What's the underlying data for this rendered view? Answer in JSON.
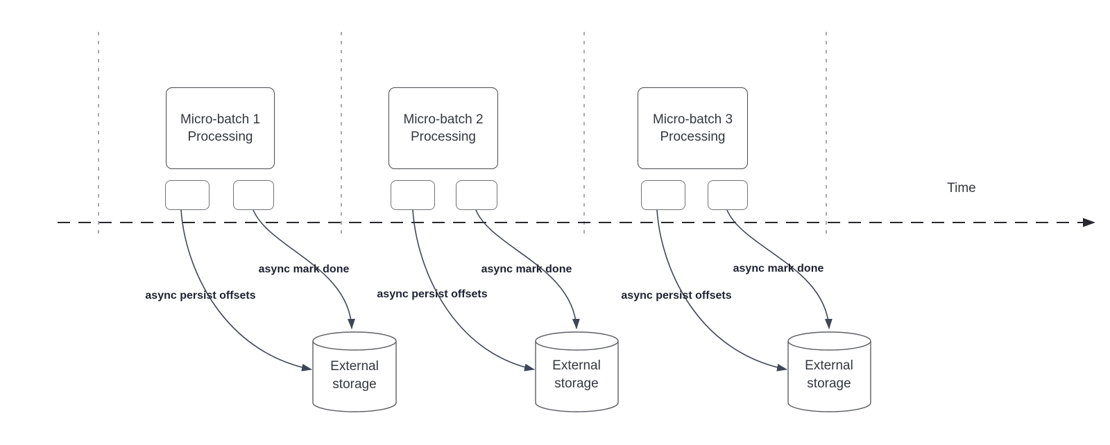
{
  "axis": {
    "label": "Time"
  },
  "groups": [
    {
      "batch_title": "Micro-batch 1\nProcessing",
      "persist_label": "async persist offsets",
      "done_label": "async mark done",
      "storage_title": "External\nstorage"
    },
    {
      "batch_title": "Micro-batch 2\nProcessing",
      "persist_label": "async persist offsets",
      "done_label": "async mark done",
      "storage_title": "External\nstorage"
    },
    {
      "batch_title": "Micro-batch 3\nProcessing",
      "persist_label": "async persist offsets",
      "done_label": "async mark done",
      "storage_title": "External\nstorage"
    }
  ],
  "colors": {
    "axis_color": "#26282d",
    "guide_color": "#a8aaad",
    "curve_color": "#3f4654",
    "label_text_color": "#1e2230",
    "body_text_color": "#33373d",
    "box_border_color": "#46484d",
    "small_box_border_color": "#6e7176",
    "cylinder_border_color": "#5c5f63",
    "background_color": "#ffffff"
  }
}
